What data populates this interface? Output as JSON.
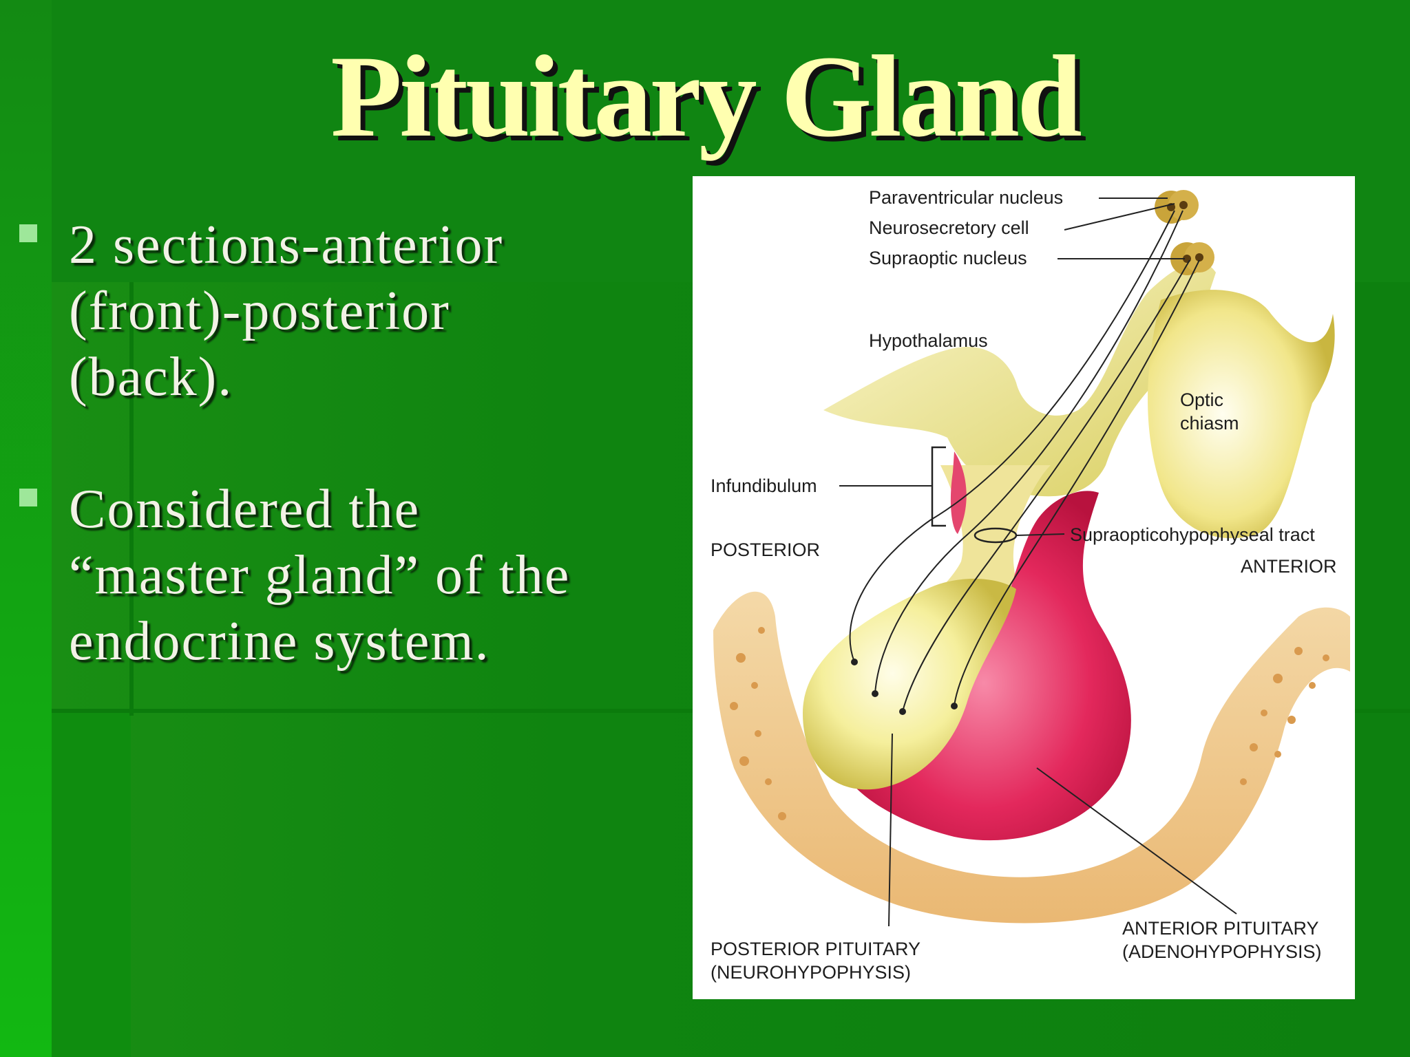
{
  "slide": {
    "title": "Pituitary Gland",
    "bullets": [
      "2 sections-anterior\n(front)-posterior\n(back).",
      "Considered the\n“master gland” of the\nendocrine system."
    ]
  },
  "figure": {
    "labels": {
      "paraventricular": "Paraventricular nucleus",
      "neurosecretory": "Neurosecretory cell",
      "supraoptic": "Supraoptic nucleus",
      "hypothalamus": "Hypothalamus",
      "optic_line1": "Optic",
      "optic_line2": "chiasm",
      "infundibulum": "Infundibulum",
      "posterior": "POSTERIOR",
      "tract": "Supraopticohypophyseal tract",
      "anterior": "ANTERIOR",
      "post_pit_1": "POSTERIOR PITUITARY",
      "post_pit_2": "(NEUROHYPOPHYSIS)",
      "ant_pit_1": "ANTERIOR PITUITARY",
      "ant_pit_2": "(ADENOHYPOPHYSIS)"
    }
  },
  "colors": {
    "background": "#0f8410",
    "title": "#ffffb0",
    "bullet_marker": "#9ee79a",
    "bone": "#f2c27a",
    "posterior_lobe": "#f2ee9a",
    "anterior_lobe": "#e2245a"
  }
}
